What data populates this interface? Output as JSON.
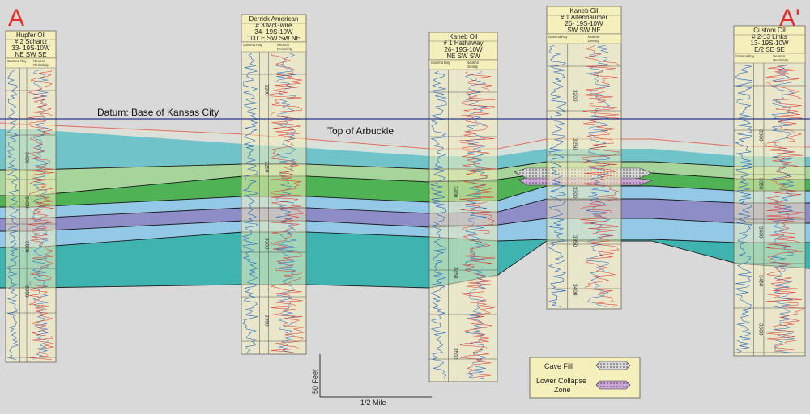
{
  "corners": {
    "left": "A",
    "right": "A'"
  },
  "datum_label": "Datum: Base of Kansas City",
  "arbuckle_label": "Top of Arbuckle",
  "wells": [
    {
      "operator": "Hupfer Oil",
      "number": "# 2 Schartz",
      "location1": "33- 19S-10W",
      "location2": "NE SW SE",
      "depths": [
        "3400",
        "3450",
        "3500",
        "3550"
      ]
    },
    {
      "operator": "Derrick American",
      "number": "# 3 McGwire",
      "location1": "34- 19S-10W",
      "location2": "100' E SW SW NE",
      "depths": [
        "3200",
        "3250",
        "3300",
        "3350"
      ]
    },
    {
      "operator": "Kaneb Oil",
      "number": "# 1 Hathaway",
      "location1": "26- 19S-10W",
      "location2": "NE SW SW",
      "depths": [
        "3400",
        "3450",
        "3500"
      ]
    },
    {
      "operator": "Kaneb Oil",
      "number": "# 1 Altenbaumer",
      "location1": "26- 19S-10W",
      "location2": "SW SW NE",
      "depths": [
        "3200",
        "3250",
        "3300",
        "3350",
        "3400"
      ]
    },
    {
      "operator": "Custom Oil",
      "number": "# 2-13 Links",
      "location1": "13- 19S-10W",
      "location2": "E/2 SE SE",
      "depths": [
        "3300",
        "3350",
        "3400",
        "3450",
        "3500"
      ]
    }
  ],
  "track_labels": {
    "gamma": "Gamma Ray",
    "neutron": "Neutron",
    "resistivity": "Resistivity",
    "density": "Density"
  },
  "scale": {
    "vertical": "50 Feet",
    "horizontal": "1/2 Mile"
  },
  "legend": {
    "cave_fill": "Cave Fill",
    "collapse_line1": "Lower Collapse",
    "collapse_line2": "Zone"
  },
  "colors": {
    "background": "#d9d9d9",
    "panel": "#f5f0bb",
    "datum": "#2b3a8e",
    "arbuckle": "#e07060",
    "teal_top": "#6fc3c9",
    "teal_fade": "#cfe3de",
    "light_green": "#a7d49a",
    "green": "#4fb356",
    "light_blue": "#93c8e6",
    "purple": "#8d8dc8",
    "teal_bottom": "#3fb3b0",
    "gamma_curve": "#1e66c8",
    "resistivity_curve": "#e0302a",
    "corner_letter": "#e0302a"
  }
}
